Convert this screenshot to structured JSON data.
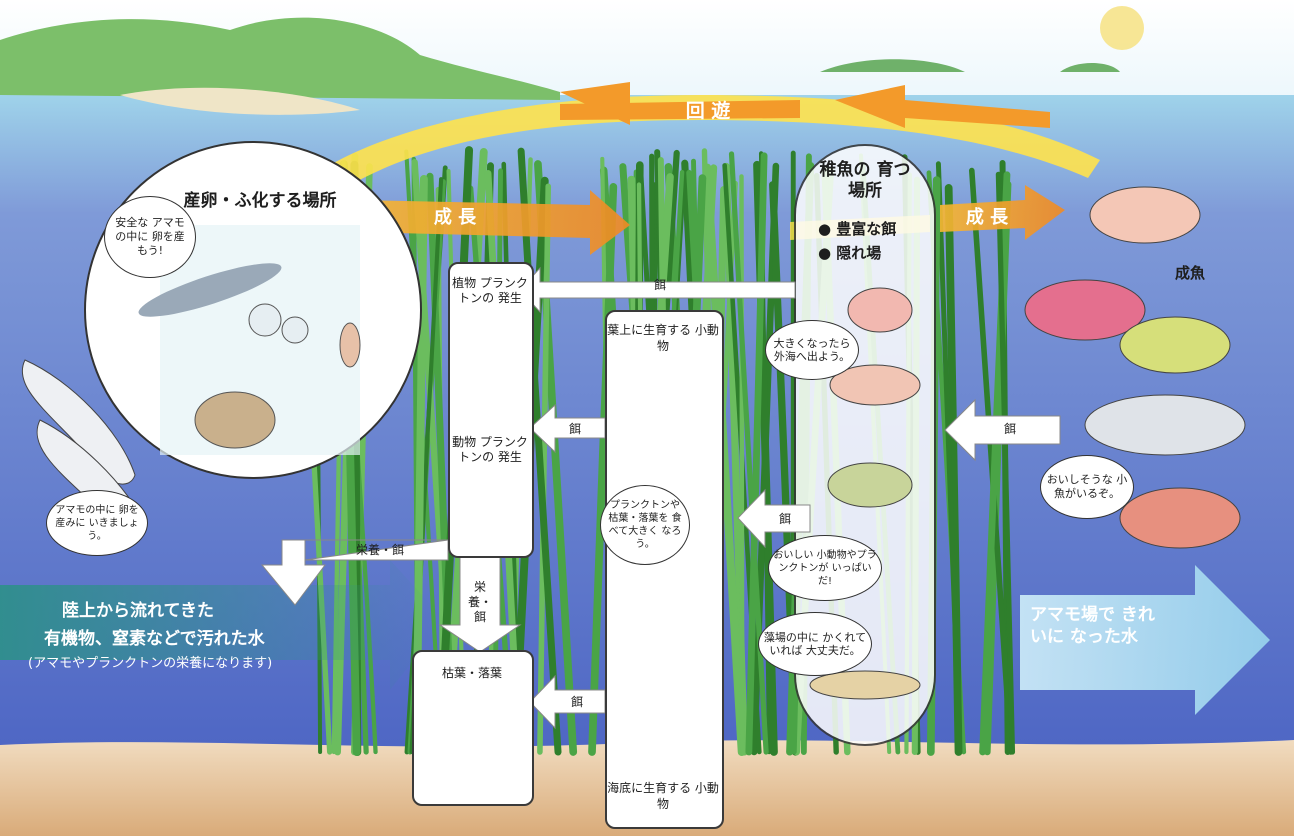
{
  "migration_label": "回 遊",
  "growth_label_left": "成 長",
  "growth_label_right": "成 長",
  "spawning_area": {
    "title": "産卵・ふ化する場所",
    "speech": "安全な アマモの中に 卵を産もう!"
  },
  "juvenile_area": {
    "title": "稚魚の 育つ場所",
    "bullet_food": "● 豊富な餌",
    "bullet_shelter": "● 隠れ場",
    "speech_grow": "大きくなったら 外海へ出よう。",
    "speech_food": "おいしい 小動物やプランクトンが いっぱいだ!",
    "speech_hide": "藻場の中に かくれていれば 大丈夫だ。"
  },
  "plankton_box": {
    "phyto": "植物 プランクトンの 発生",
    "zoo": "動物 プランクトンの 発生"
  },
  "leaf_animals_box": {
    "title": "葉上に生育する 小動物",
    "speech": "プランクトンや 枯葉・落葉を 食べて大きく なろう。",
    "seafloor": "海底に生育する 小動物"
  },
  "litter_box": {
    "title": "枯葉・落葉"
  },
  "arrows": {
    "feed_top": "餌",
    "feed_mid": "餌",
    "feed_juvenile": "餌",
    "feed_litter": "餌",
    "feed_adult": "餌",
    "nutrient_feed": "栄養・餌",
    "nutrient_feed_vertical": "栄養・ 餌"
  },
  "adult_fish_label": "成魚",
  "adult_speech": "おいしそうな 小魚がいるぞ。",
  "squid_speech": "アマモの中に 卵を産みに いきましょう。",
  "polluted_water": {
    "line1": "陸上から流れてきた",
    "line2": "有機物、窒素などで汚れた水",
    "line3": "(アマモやプランクトンの栄養になります)"
  },
  "clean_water": "アマモ場で きれいに なった水",
  "colors": {
    "sea_surface": "#bfe3f2",
    "sea_deep": "#5d73c7",
    "seagrass": "#3f9a3a",
    "sand": "#e7c79c",
    "arrow_orange": "#f39a2a",
    "arrow_yellow": "#ffe24d",
    "polluted_water": "#2f8f8c",
    "clean_water": "#9ad6ee"
  }
}
